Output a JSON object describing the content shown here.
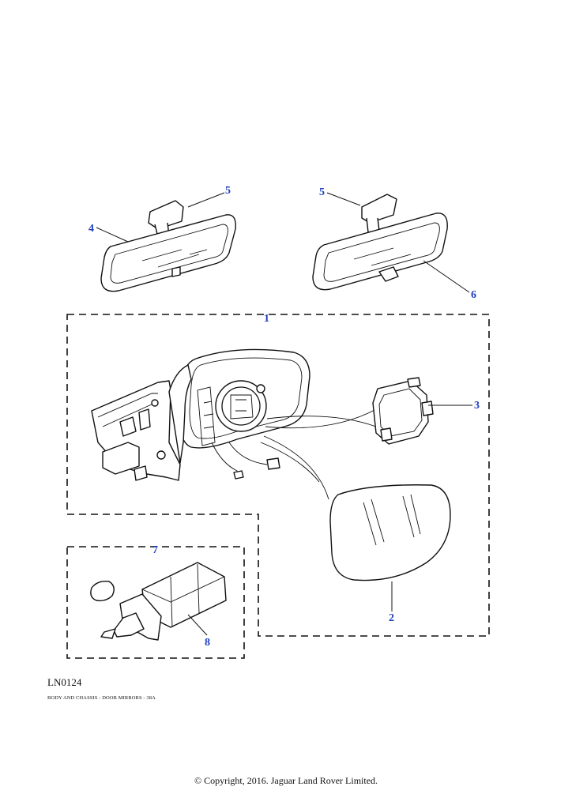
{
  "diagram": {
    "callouts": [
      "1",
      "2",
      "3",
      "4",
      "5",
      "5",
      "6",
      "7",
      "8"
    ],
    "callout_color": "#1f3fbf"
  },
  "footer": {
    "diagram_id": "LN0124",
    "section_name": "BODY AND CHASSIS - DOOR MIRRORS - 38A",
    "copyright": "© Copyright, 2016. Jaguar Land Rover Limited."
  }
}
